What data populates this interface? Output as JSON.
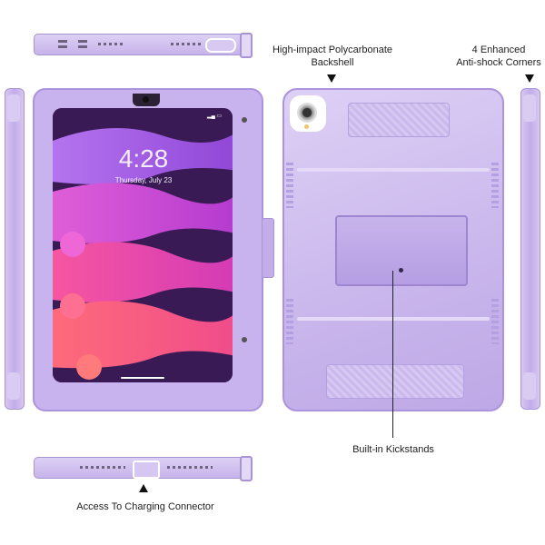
{
  "labels": {
    "backshell": "High-impact Polycarbonate\nBackshell",
    "corners": "4 Enhanced\nAnti-shock Corners",
    "kickstand": "Built-in Kickstands",
    "charging": "Access To Charging Connector"
  },
  "screen": {
    "time": "4:28",
    "date": "Thursday, July 23"
  },
  "colors": {
    "case": "#c8b3ee",
    "case_edge": "#ab93dd",
    "screen_bg": "#3a1a55"
  }
}
